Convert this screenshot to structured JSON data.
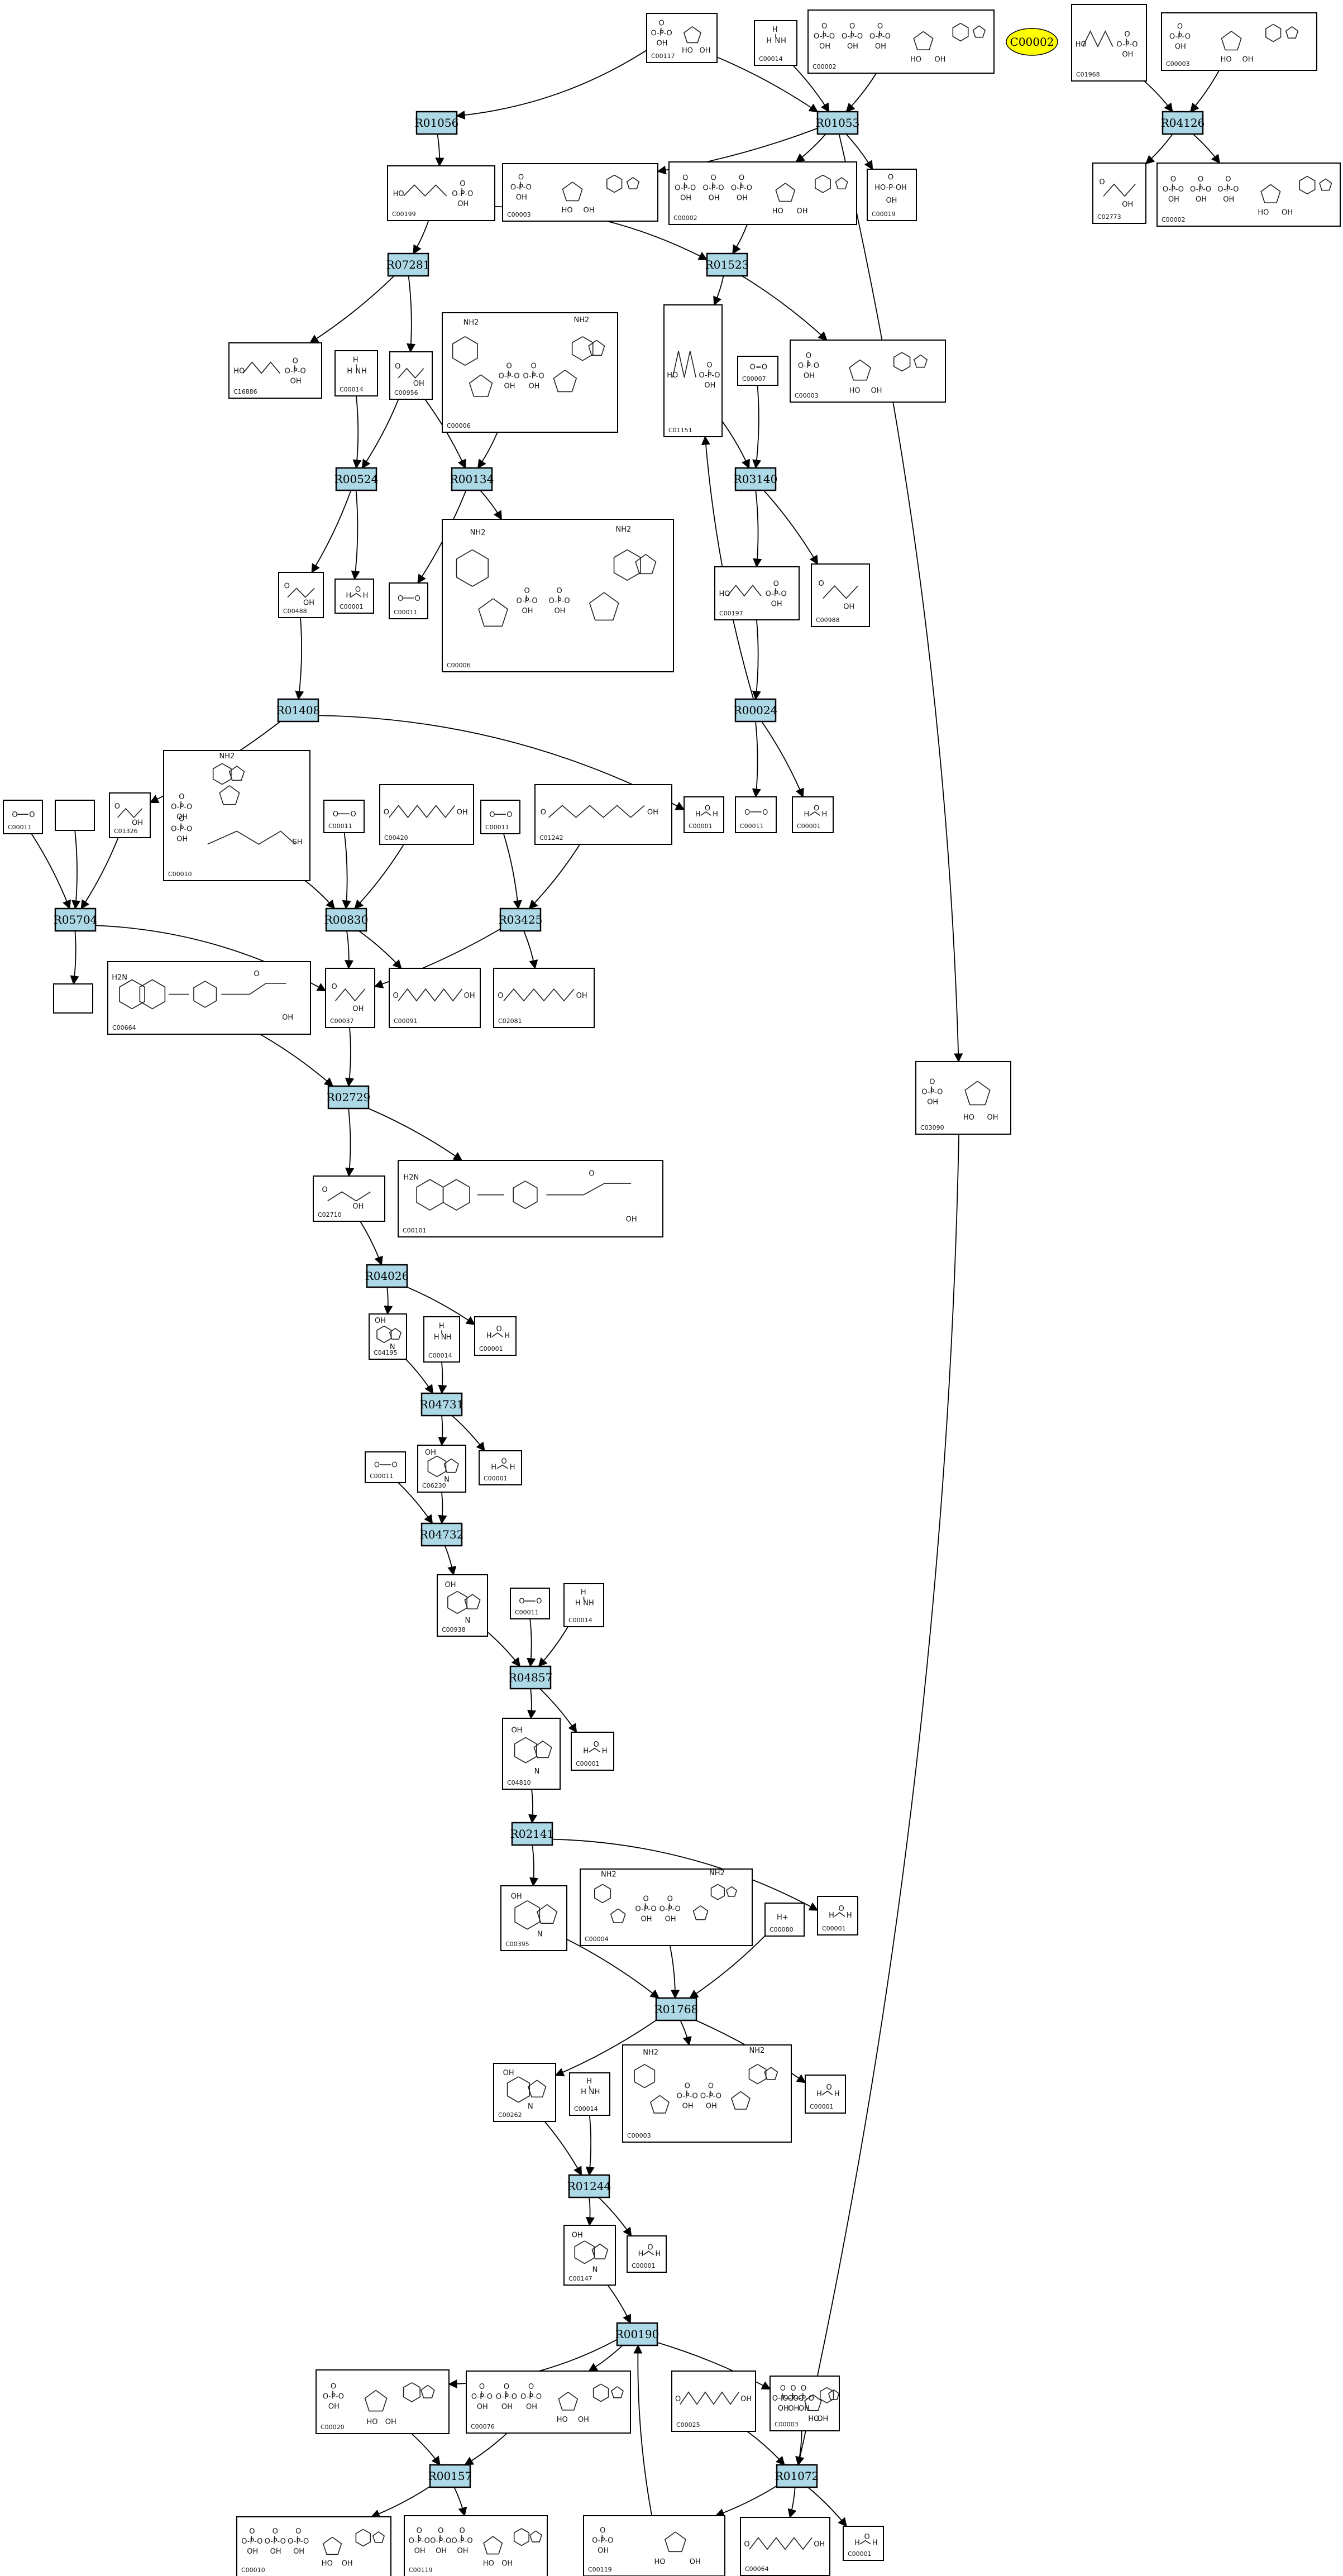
{
  "highlight": {
    "label": "C00002",
    "color": "#ffff00"
  },
  "reaction_color": "#add8e6",
  "reactions": [
    {
      "id": "R01056",
      "label": "R01056"
    },
    {
      "id": "R01053",
      "label": "R01053"
    },
    {
      "id": "R04126",
      "label": "R04126"
    },
    {
      "id": "R07281",
      "label": "R07281"
    },
    {
      "id": "R01523",
      "label": "R01523"
    },
    {
      "id": "R00524",
      "label": "R00524"
    },
    {
      "id": "R00134",
      "label": "R00134"
    },
    {
      "id": "R03140",
      "label": "R03140"
    },
    {
      "id": "R01408",
      "label": "R01408"
    },
    {
      "id": "R00024",
      "label": "R00024"
    },
    {
      "id": "R05704",
      "label": "R05704"
    },
    {
      "id": "R00830",
      "label": "R00830"
    },
    {
      "id": "R03425",
      "label": "R03425"
    },
    {
      "id": "R02729",
      "label": "R02729"
    },
    {
      "id": "R04026",
      "label": "R04026"
    },
    {
      "id": "R04731",
      "label": "R04731"
    },
    {
      "id": "R04732",
      "label": "R04732"
    },
    {
      "id": "R04857",
      "label": "R04857"
    },
    {
      "id": "R02141",
      "label": "R02141"
    },
    {
      "id": "R01768",
      "label": "R01768"
    },
    {
      "id": "R01244",
      "label": "R01244"
    },
    {
      "id": "R00190",
      "label": "R00190"
    },
    {
      "id": "R00157",
      "label": "R00157"
    },
    {
      "id": "R01072",
      "label": "R01072"
    }
  ],
  "compounds": [
    {
      "id": "n1",
      "kegg": "C00117",
      "glyph": "sugarP"
    },
    {
      "id": "n2",
      "kegg": "C00014",
      "glyph": "nh3"
    },
    {
      "id": "n3",
      "kegg": "C00002",
      "glyph": "ntp"
    },
    {
      "id": "n4",
      "kegg": "C01968",
      "glyph": "chainP"
    },
    {
      "id": "n5",
      "kegg": "C00003",
      "glyph": "nmp"
    },
    {
      "id": "n6",
      "kegg": "C00199",
      "glyph": "chainP"
    },
    {
      "id": "n7",
      "kegg": "C00003",
      "glyph": "nmp"
    },
    {
      "id": "n8",
      "kegg": "C00002",
      "glyph": "ntp"
    },
    {
      "id": "n9",
      "kegg": "C00019",
      "glyph": "pi"
    },
    {
      "id": "n10",
      "kegg": "C02773",
      "glyph": "small"
    },
    {
      "id": "n11",
      "kegg": "C00002",
      "glyph": "ntp"
    },
    {
      "id": "n12",
      "kegg": "C01151",
      "glyph": "chainP"
    },
    {
      "id": "n13",
      "kegg": "C00007",
      "glyph": "o2"
    },
    {
      "id": "n14",
      "kegg": "C00003",
      "glyph": "nmp"
    },
    {
      "id": "n15",
      "kegg": "C00006",
      "glyph": "nadp"
    },
    {
      "id": "n16",
      "kegg": "C16886",
      "glyph": "chainP"
    },
    {
      "id": "n17",
      "kegg": "C00014",
      "glyph": "nh3"
    },
    {
      "id": "n18",
      "kegg": "C00956",
      "glyph": "small"
    },
    {
      "id": "n19",
      "kegg": "C00197",
      "glyph": "chainP"
    },
    {
      "id": "n20",
      "kegg": "C00988",
      "glyph": "small"
    },
    {
      "id": "n21",
      "kegg": "C00488",
      "glyph": "small"
    },
    {
      "id": "n22",
      "kegg": "C00001",
      "glyph": "water"
    },
    {
      "id": "n23",
      "kegg": "C00011",
      "glyph": "co2"
    },
    {
      "id": "n24",
      "kegg": "C00006",
      "glyph": "nadp"
    },
    {
      "id": "n25",
      "kegg": "C00011",
      "glyph": "co2"
    },
    {
      "id": "n26",
      "kegg": "",
      "glyph": "blank"
    },
    {
      "id": "n27",
      "kegg": "C01326",
      "glyph": "small"
    },
    {
      "id": "n28",
      "kegg": "C00010",
      "glyph": "coa"
    },
    {
      "id": "n29",
      "kegg": "C00011",
      "glyph": "co2"
    },
    {
      "id": "n30",
      "kegg": "C00420",
      "glyph": "chain"
    },
    {
      "id": "n31",
      "kegg": "C00011",
      "glyph": "co2"
    },
    {
      "id": "n32",
      "kegg": "C01242",
      "glyph": "chain"
    },
    {
      "id": "n33",
      "kegg": "C00001",
      "glyph": "water"
    },
    {
      "id": "n34",
      "kegg": "C00011",
      "glyph": "co2"
    },
    {
      "id": "n35",
      "kegg": "C00001",
      "glyph": "water"
    },
    {
      "id": "n36",
      "kegg": "",
      "glyph": "blank"
    },
    {
      "id": "n37",
      "kegg": "C00664",
      "glyph": "folate"
    },
    {
      "id": "n38",
      "kegg": "C00037",
      "glyph": "small"
    },
    {
      "id": "n39",
      "kegg": "C00091",
      "glyph": "chain"
    },
    {
      "id": "n40",
      "kegg": "C02081",
      "glyph": "chain"
    },
    {
      "id": "n41",
      "kegg": "C03090",
      "glyph": "sugarP"
    },
    {
      "id": "n42",
      "kegg": "C02710",
      "glyph": "small"
    },
    {
      "id": "n43",
      "kegg": "C00101",
      "glyph": "folate"
    },
    {
      "id": "n44",
      "kegg": "C04195",
      "glyph": "ring"
    },
    {
      "id": "n45",
      "kegg": "C00014",
      "glyph": "nh3"
    },
    {
      "id": "n46",
      "kegg": "C00001",
      "glyph": "water"
    },
    {
      "id": "n47",
      "kegg": "C00011",
      "glyph": "co2"
    },
    {
      "id": "n48",
      "kegg": "C06230",
      "glyph": "ring"
    },
    {
      "id": "n49",
      "kegg": "C00001",
      "glyph": "water"
    },
    {
      "id": "n50",
      "kegg": "C00938",
      "glyph": "ring"
    },
    {
      "id": "n51",
      "kegg": "C00011",
      "glyph": "co2"
    },
    {
      "id": "n52",
      "kegg": "C00014",
      "glyph": "nh3"
    },
    {
      "id": "n53",
      "kegg": "C04810",
      "glyph": "ring"
    },
    {
      "id": "n54",
      "kegg": "C00001",
      "glyph": "water"
    },
    {
      "id": "n55",
      "kegg": "C00395",
      "glyph": "ring"
    },
    {
      "id": "n56",
      "kegg": "C00004",
      "glyph": "nadp"
    },
    {
      "id": "n57",
      "kegg": "C00080",
      "glyph": "hplus"
    },
    {
      "id": "n58",
      "kegg": "C00001",
      "glyph": "water"
    },
    {
      "id": "n59",
      "kegg": "C00262",
      "glyph": "ring"
    },
    {
      "id": "n60",
      "kegg": "C00003",
      "glyph": "nadp"
    },
    {
      "id": "n61",
      "kegg": "C00001",
      "glyph": "water"
    },
    {
      "id": "n62",
      "kegg": "C00014",
      "glyph": "nh3"
    },
    {
      "id": "n63",
      "kegg": "C00147",
      "glyph": "ring"
    },
    {
      "id": "n64",
      "kegg": "C00001",
      "glyph": "water"
    },
    {
      "id": "n65",
      "kegg": "C00020",
      "glyph": "nmp"
    },
    {
      "id": "n66",
      "kegg": "C00076",
      "glyph": "ntp"
    },
    {
      "id": "n67",
      "kegg": "C00025",
      "glyph": "chain"
    },
    {
      "id": "n68",
      "kegg": "C00119",
      "glyph": "sugarP"
    },
    {
      "id": "n69",
      "kegg": "C00003",
      "glyph": "ntp"
    },
    {
      "id": "n70",
      "kegg": "C00010",
      "glyph": "ntp"
    },
    {
      "id": "n71",
      "kegg": "C00119",
      "glyph": "ntp"
    },
    {
      "id": "n72",
      "kegg": "C00064",
      "glyph": "chain"
    },
    {
      "id": "n73",
      "kegg": "C00001",
      "glyph": "water"
    }
  ],
  "edges": [
    [
      "n1",
      "R01056"
    ],
    [
      "n1",
      "R01053"
    ],
    [
      "n2",
      "R01053"
    ],
    [
      "n3",
      "R01053"
    ],
    [
      "n4",
      "R04126"
    ],
    [
      "n5",
      "R04126"
    ],
    [
      "R01056",
      "n6"
    ],
    [
      "R01053",
      "n7"
    ],
    [
      "R01053",
      "n8"
    ],
    [
      "R01053",
      "n9"
    ],
    [
      "R01053",
      "n41"
    ],
    [
      "R04126",
      "n10"
    ],
    [
      "R04126",
      "n11"
    ],
    [
      "n6",
      "R07281"
    ],
    [
      "n6",
      "R01523"
    ],
    [
      "n8",
      "R01523"
    ],
    [
      "R07281",
      "n16"
    ],
    [
      "R07281",
      "n18"
    ],
    [
      "R01523",
      "n12"
    ],
    [
      "R01523",
      "n14"
    ],
    [
      "n17",
      "R00524"
    ],
    [
      "n18",
      "R00524"
    ],
    [
      "n18",
      "R00134"
    ],
    [
      "n15",
      "R00134"
    ],
    [
      "n12",
      "R03140"
    ],
    [
      "n13",
      "R03140"
    ],
    [
      "R00524",
      "n21"
    ],
    [
      "R00524",
      "n22"
    ],
    [
      "R00134",
      "n23"
    ],
    [
      "R00134",
      "n24"
    ],
    [
      "R03140",
      "n19"
    ],
    [
      "R03140",
      "n20"
    ],
    [
      "n21",
      "R01408"
    ],
    [
      "n19",
      "R00024"
    ],
    [
      "R00024",
      "n12"
    ],
    [
      "R01408",
      "n27"
    ],
    [
      "R01408",
      "n33"
    ],
    [
      "R00024",
      "n34"
    ],
    [
      "R00024",
      "n35"
    ],
    [
      "n25",
      "R05704"
    ],
    [
      "n26",
      "R05704"
    ],
    [
      "n27",
      "R05704"
    ],
    [
      "n28",
      "R00830"
    ],
    [
      "n29",
      "R00830"
    ],
    [
      "n30",
      "R00830"
    ],
    [
      "n31",
      "R03425"
    ],
    [
      "n32",
      "R03425"
    ],
    [
      "R05704",
      "n36"
    ],
    [
      "R05704",
      "n38"
    ],
    [
      "R00830",
      "n38"
    ],
    [
      "R00830",
      "n39"
    ],
    [
      "R03425",
      "n38"
    ],
    [
      "R03425",
      "n40"
    ],
    [
      "n37",
      "R02729"
    ],
    [
      "n38",
      "R02729"
    ],
    [
      "R02729",
      "n42"
    ],
    [
      "R02729",
      "n43"
    ],
    [
      "n42",
      "R04026"
    ],
    [
      "R04026",
      "n44"
    ],
    [
      "R04026",
      "n46"
    ],
    [
      "n44",
      "R04731"
    ],
    [
      "n45",
      "R04731"
    ],
    [
      "R04731",
      "n48"
    ],
    [
      "R04731",
      "n49"
    ],
    [
      "n47",
      "R04732"
    ],
    [
      "n48",
      "R04732"
    ],
    [
      "R04732",
      "n50"
    ],
    [
      "n50",
      "R04857"
    ],
    [
      "n51",
      "R04857"
    ],
    [
      "n52",
      "R04857"
    ],
    [
      "R04857",
      "n53"
    ],
    [
      "R04857",
      "n54"
    ],
    [
      "n53",
      "R02141"
    ],
    [
      "R02141",
      "n55"
    ],
    [
      "R02141",
      "n58"
    ],
    [
      "n55",
      "R01768"
    ],
    [
      "n56",
      "R01768"
    ],
    [
      "n57",
      "R01768"
    ],
    [
      "R01768",
      "n59"
    ],
    [
      "R01768",
      "n60"
    ],
    [
      "R01768",
      "n61"
    ],
    [
      "n59",
      "R01244"
    ],
    [
      "n62",
      "R01244"
    ],
    [
      "R01244",
      "n63"
    ],
    [
      "R01244",
      "n64"
    ],
    [
      "n63",
      "R00190"
    ],
    [
      "n68",
      "R00190"
    ],
    [
      "R00190",
      "n65"
    ],
    [
      "R00190",
      "n66"
    ],
    [
      "R00190",
      "n69"
    ],
    [
      "n65",
      "R00157"
    ],
    [
      "n66",
      "R00157"
    ],
    [
      "R00157",
      "n70"
    ],
    [
      "R00157",
      "n71"
    ],
    [
      "n41",
      "R01072"
    ],
    [
      "n67",
      "R01072"
    ],
    [
      "n69",
      "R01072"
    ],
    [
      "R01072",
      "n68"
    ],
    [
      "R01072",
      "n72"
    ],
    [
      "R01072",
      "n73"
    ]
  ]
}
